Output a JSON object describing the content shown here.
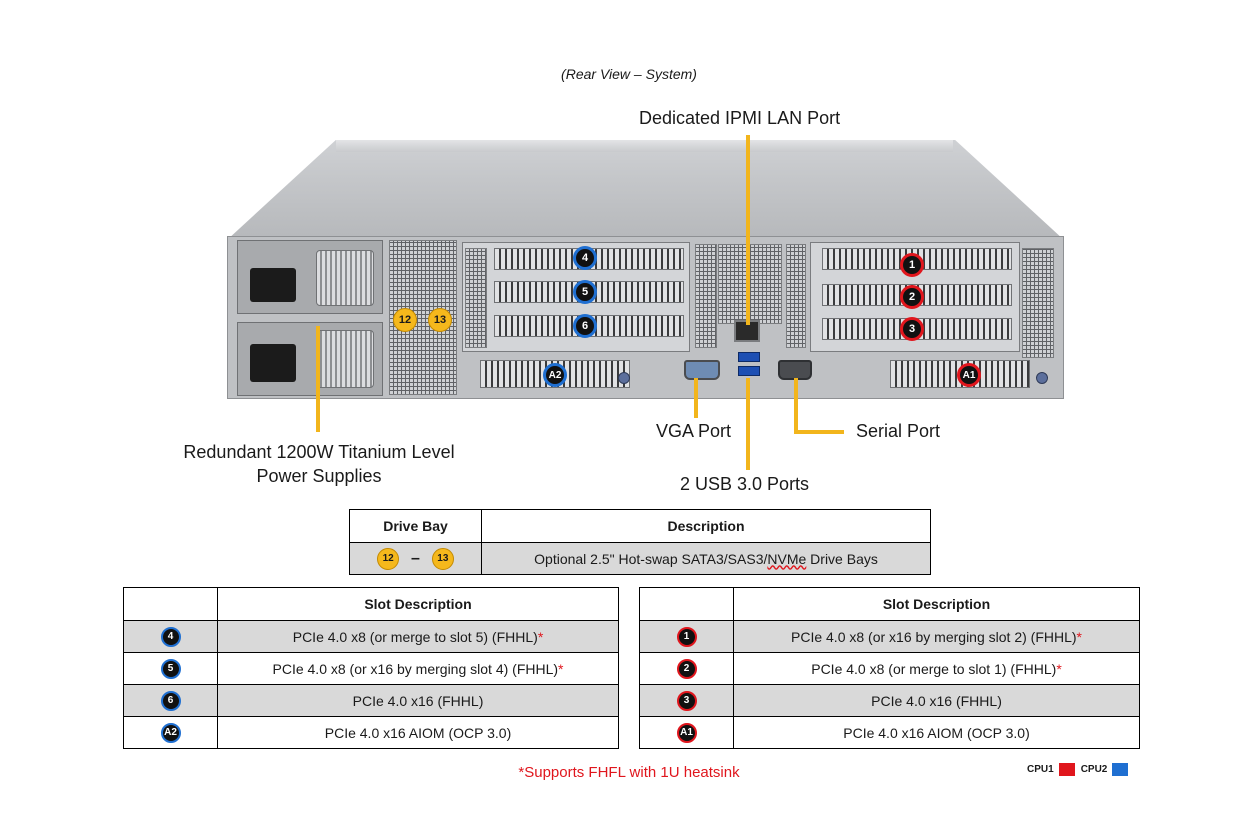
{
  "caption": "(Rear View – System)",
  "callouts": {
    "ipmi": "Dedicated IPMI LAN Port",
    "psu_line1": "Redundant 1200W Titanium Level",
    "psu_line2": "Power Supplies",
    "vga": "VGA Port",
    "usb": "2 USB 3.0 Ports",
    "serial": "Serial Port"
  },
  "server_badges": {
    "left_slots": [
      "4",
      "5",
      "6"
    ],
    "right_slots": [
      "1",
      "2",
      "3"
    ],
    "aiom_left": "A2",
    "aiom_right": "A1",
    "drive_bays": [
      "12",
      "13"
    ]
  },
  "drive_table": {
    "headers": [
      "Drive Bay",
      "Description"
    ],
    "bays": [
      "12",
      "13"
    ],
    "dash": "–",
    "description_prefix": "Optional 2.5\" Hot-swap SATA3/SAS3/",
    "description_wavy": "NVMe",
    "description_suffix": " Drive Bays"
  },
  "left_table": {
    "header": "Slot Description",
    "rows": [
      {
        "badge": "4",
        "text": "PCIe 4.0 x8 (or merge to slot 5) (FHHL)",
        "asterisk": "*"
      },
      {
        "badge": "5",
        "text": "PCIe 4.0 x8 (or x16 by merging slot 4) (FHHL)",
        "asterisk": "*"
      },
      {
        "badge": "6",
        "text": "PCIe 4.0 x16 (FHHL)",
        "asterisk": ""
      },
      {
        "badge": "A2",
        "text": "PCIe 4.0 x16 AIOM (OCP 3.0)",
        "asterisk": ""
      }
    ]
  },
  "right_table": {
    "header": "Slot Description",
    "rows": [
      {
        "badge": "1",
        "text": "PCIe 4.0 x8 (or x16 by merging slot 2) (FHHL)",
        "asterisk": "*"
      },
      {
        "badge": "2",
        "text": "PCIe 4.0 x8 (or merge to slot 1) (FHHL)",
        "asterisk": "*"
      },
      {
        "badge": "3",
        "text": "PCIe 4.0 x16 (FHHL)",
        "asterisk": ""
      },
      {
        "badge": "A1",
        "text": "PCIe 4.0 x16 AIOM (OCP 3.0)",
        "asterisk": ""
      }
    ]
  },
  "note": "*Supports FHFL with 1U heatsink",
  "legend": {
    "cpu1_label": "CPU1",
    "cpu1_color": "#e0161d",
    "cpu2_label": "CPU2",
    "cpu2_color": "#1f6fd1"
  },
  "colors": {
    "leader": "#f2b51c",
    "cpu1_ring": "#e0161d",
    "cpu2_ring": "#1f6fd1",
    "row_shade": "#d9d9d9"
  }
}
